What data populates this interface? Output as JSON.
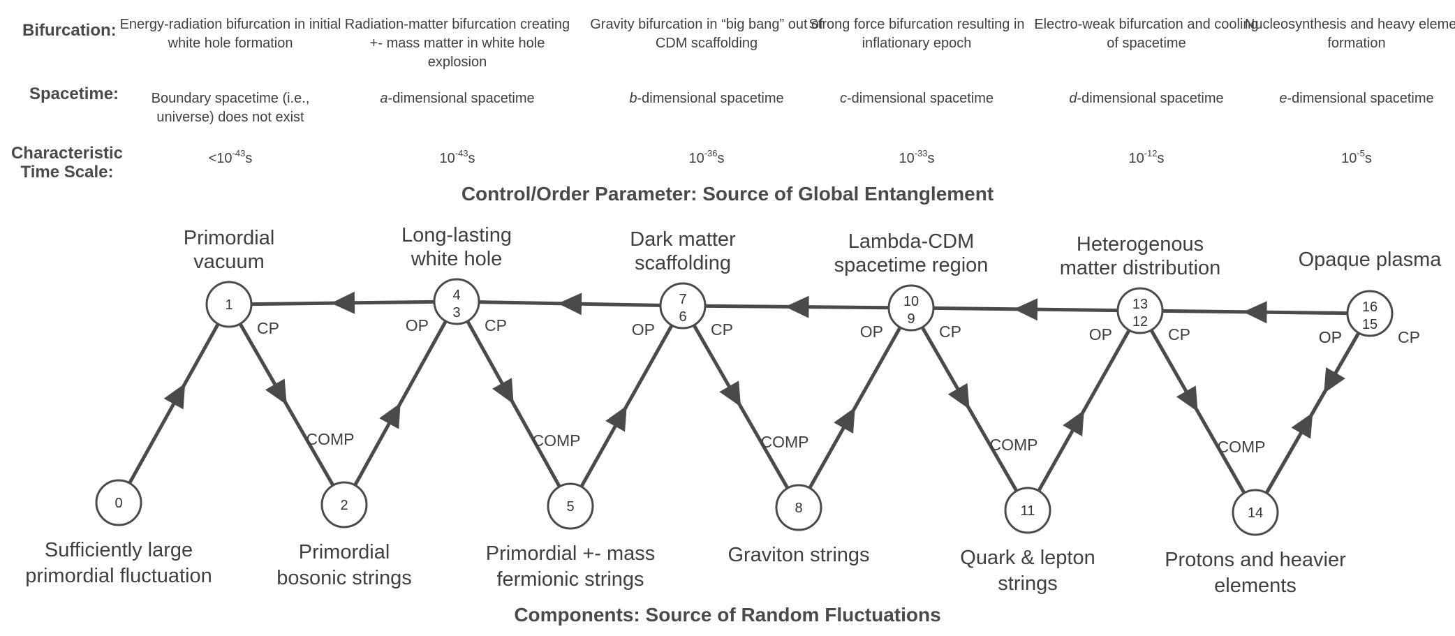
{
  "table": {
    "bifurcation_label": "Bifurcation:",
    "spacetime_label": "Spacetime:",
    "timescale_label_line1": "Characteristic",
    "timescale_label_line2": "Time Scale:",
    "columns": [
      {
        "bifurcation": "Energy-radiation bifurcation in initial white hole formation",
        "spacetime_em": "",
        "spacetime_rest": "Boundary spacetime (i.e., universe) does not exist",
        "time_prefix": "<10",
        "time_exp": "-43",
        "time_unit": "s"
      },
      {
        "bifurcation": "Radiation-matter bifurcation creating +- mass matter in white hole explosion",
        "spacetime_em": "a",
        "spacetime_rest": "-dimensional spacetime",
        "time_prefix": "10",
        "time_exp": "-43",
        "time_unit": "s"
      },
      {
        "bifurcation": "Gravity bifurcation in “big bang” out of CDM scaffolding",
        "spacetime_em": "b",
        "spacetime_rest": "-dimensional spacetime",
        "time_prefix": "10",
        "time_exp": "-36",
        "time_unit": "s"
      },
      {
        "bifurcation": "Strong force bifurcation resulting in inflationary epoch",
        "spacetime_em": "c",
        "spacetime_rest": "-dimensional spacetime",
        "time_prefix": "10",
        "time_exp": "-33",
        "time_unit": "s"
      },
      {
        "bifurcation": "Electro-weak bifurcation and cooling of spacetime",
        "spacetime_em": "d",
        "spacetime_rest": "-dimensional spacetime",
        "time_prefix": "10",
        "time_exp": "-12",
        "time_unit": "s"
      },
      {
        "bifurcation": "Nucleosynthesis and heavy element formation",
        "spacetime_em": "e",
        "spacetime_rest": "-dimensional spacetime",
        "time_prefix": "10",
        "time_exp": "-5",
        "time_unit": "s"
      }
    ]
  },
  "diagram": {
    "control_title": "Control/Order Parameter: Source of Global Entanglement",
    "components_title": "Components: Source of Random Fluctuations",
    "edge_cp": "CP",
    "edge_op": "OP",
    "edge_comp": "COMP",
    "top_nodes": [
      {
        "line1": "1",
        "line2": "",
        "label1": "Primordial",
        "label2": "vacuum"
      },
      {
        "line1": "4",
        "line2": "3",
        "label1": "Long-lasting",
        "label2": "white hole"
      },
      {
        "line1": "7",
        "line2": "6",
        "label1": "Dark matter",
        "label2": "scaffolding"
      },
      {
        "line1": "10",
        "line2": "9",
        "label1": "Lambda-CDM",
        "label2": "spacetime region"
      },
      {
        "line1": "13",
        "line2": "12",
        "label1": "Heterogenous",
        "label2": "matter distribution"
      },
      {
        "line1": "16",
        "line2": "15",
        "label1": "",
        "label2": "Opaque plasma"
      }
    ],
    "bottom_nodes": [
      {
        "num": "0",
        "label1": "Sufficiently large",
        "label2": "primordial fluctuation"
      },
      {
        "num": "2",
        "label1": "Primordial",
        "label2": "bosonic strings"
      },
      {
        "num": "5",
        "label1": "Primordial +- mass",
        "label2": "fermionic strings"
      },
      {
        "num": "8",
        "label1": "Graviton strings",
        "label2": ""
      },
      {
        "num": "11",
        "label1": "Quark & lepton",
        "label2": "strings"
      },
      {
        "num": "14",
        "label1": "Protons and heavier",
        "label2": "elements"
      }
    ]
  }
}
